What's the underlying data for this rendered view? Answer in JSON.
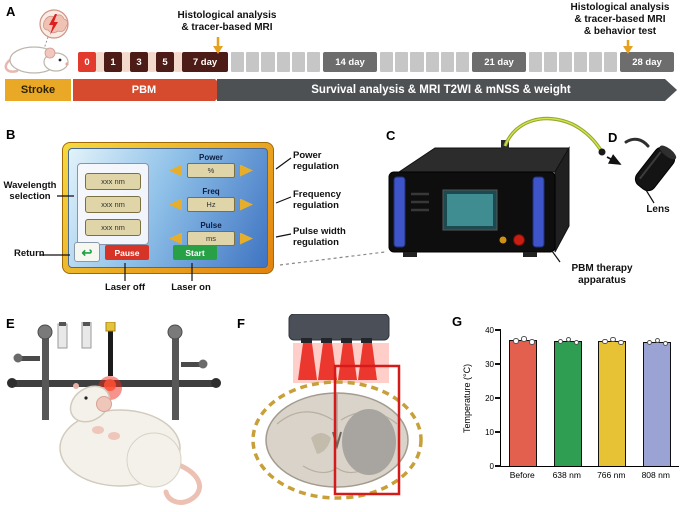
{
  "panels": {
    "a": "A",
    "b": "B",
    "c": "C",
    "d": "D",
    "e": "E",
    "f": "F",
    "g": "G"
  },
  "panel_a": {
    "annotation_left": "Histological analysis\n& tracer-based MRI",
    "annotation_right": "Histological analysis\n& tracer-based MRI\n& behavior test",
    "timeline_segments": [
      {
        "t": "box",
        "label": "0",
        "cls": "seg-red",
        "w": 18
      },
      {
        "t": "gap",
        "w": 8
      },
      {
        "t": "box",
        "label": "1",
        "cls": "seg-dark",
        "w": 18
      },
      {
        "t": "gap",
        "w": 8
      },
      {
        "t": "box",
        "label": "3",
        "cls": "seg-dark",
        "w": 18
      },
      {
        "t": "gap",
        "w": 8
      },
      {
        "t": "box",
        "label": "5",
        "cls": "seg-dark",
        "w": 18
      },
      {
        "t": "gap",
        "w": 8
      },
      {
        "t": "box",
        "label": "7 day",
        "cls": "seg-dark",
        "w": 46
      },
      {
        "t": "cells",
        "n": 6,
        "w": 89
      },
      {
        "t": "box",
        "label": "14 day",
        "cls": "seg-gray",
        "w": 54
      },
      {
        "t": "cells",
        "n": 6,
        "w": 89
      },
      {
        "t": "box",
        "label": "21 day",
        "cls": "seg-gray",
        "w": 54
      },
      {
        "t": "cells",
        "n": 6,
        "w": 88
      },
      {
        "t": "box",
        "label": "28 day",
        "cls": "seg-gray",
        "w": 54
      }
    ],
    "stroke_label": "Stroke",
    "pbm_label": "PBM",
    "survival_label": "Survival analysis & MRI T2WI & mNSS & weight"
  },
  "panel_b": {
    "wavelength_selection_label": "Wavelength\nselection",
    "wavelength_buttons": [
      "xxx nm",
      "xxx nm",
      "xxx nm"
    ],
    "controls": [
      {
        "label": "Power",
        "unit": "%"
      },
      {
        "label": "Freq",
        "unit": "Hz"
      },
      {
        "label": "Pulse",
        "unit": "ms"
      }
    ],
    "pause_label": "Pause",
    "start_label": "Start",
    "return_symbol": "↩",
    "return_label": "Return",
    "laser_off_label": "Laser off",
    "laser_on_label": "Laser on",
    "power_regulation_label": "Power\nregulation",
    "frequency_regulation_label": "Frequency\nregulation",
    "pulse_width_regulation_label": "Pulse width\nregulation"
  },
  "panel_c": {
    "caption": "PBM therapy\napparatus"
  },
  "panel_d": {
    "caption": "Lens"
  },
  "chart_data": {
    "type": "bar",
    "categories": [
      "Before",
      "638 nm",
      "766 nm",
      "808 nm"
    ],
    "values": [
      37.0,
      36.9,
      36.8,
      36.6
    ],
    "title": "",
    "xlabel": "",
    "ylabel": "Temperature (°C)",
    "ylim": [
      0,
      40
    ],
    "yticks": [
      0,
      10,
      20,
      30,
      40
    ],
    "bar_colors": [
      "#e4604e",
      "#2f9e52",
      "#e7c234",
      "#9ba3d4"
    ],
    "legend": null,
    "grid": false
  }
}
